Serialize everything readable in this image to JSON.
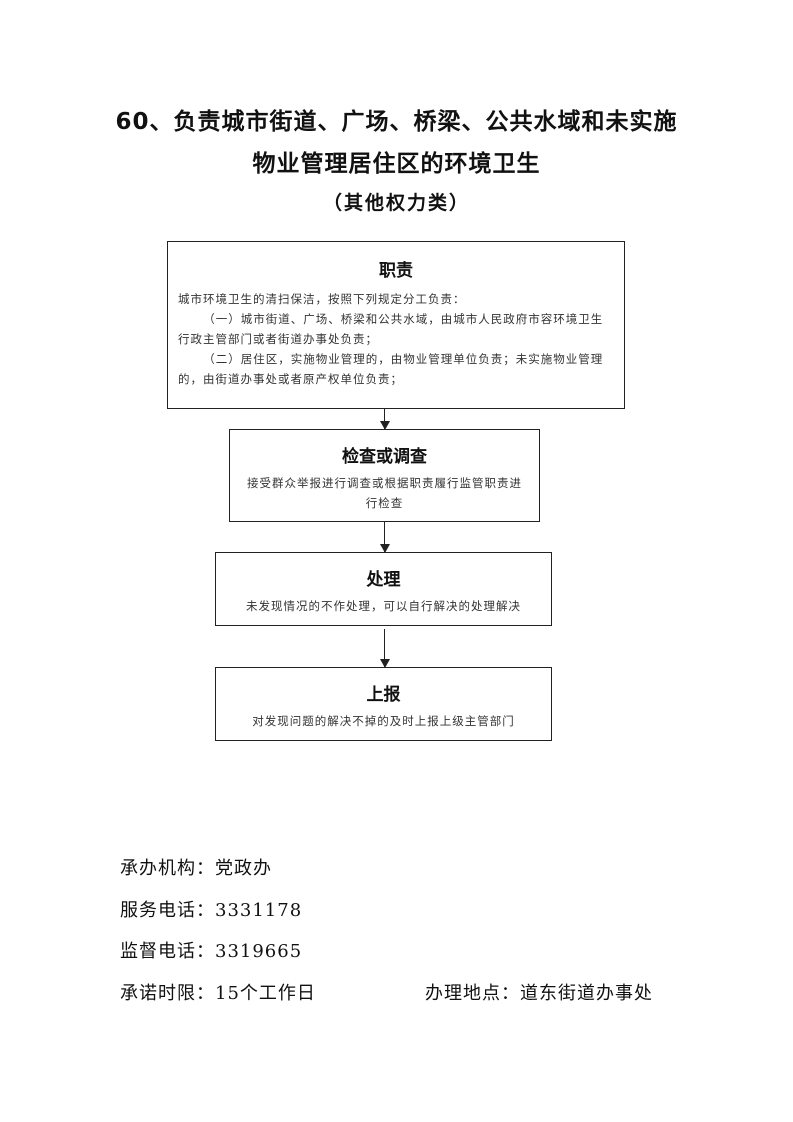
{
  "title": {
    "line1": "60、负责城市街道、广场、桥梁、公共水域和未实施",
    "line2": "物业管理居住区的环境卫生",
    "line3": "（其他权力类）"
  },
  "boxes": [
    {
      "heading": "职责",
      "lines": [
        "城市环境卫生的清扫保洁，按照下列规定分工负责：",
        "（一）城市街道、广场、桥梁和公共水域，由城市人民政府市容环境卫生行政主管部门或者街道办事处负责；",
        "（二）居住区，实施物业管理的，由物业管理单位负责；未实施物业管理的，由街道办事处或者原产权单位负责；"
      ]
    },
    {
      "heading": "检查或调查",
      "text": "接受群众举报进行调查或根据职责履行监管职责进行检查"
    },
    {
      "heading": "处理",
      "text": "未发现情况的不作处理，可以自行解决的处理解决"
    },
    {
      "heading": "上报",
      "text": "对发现问题的解决不掉的及时上报上级主管部门"
    }
  ],
  "footer": {
    "agency": "承办机构：党政办",
    "service_phone": "服务电话：3331178",
    "supervise_phone": "监督电话：3319665",
    "time_limit": "承诺时限：15个工作日",
    "location": "办理地点：道东街道办事处"
  }
}
